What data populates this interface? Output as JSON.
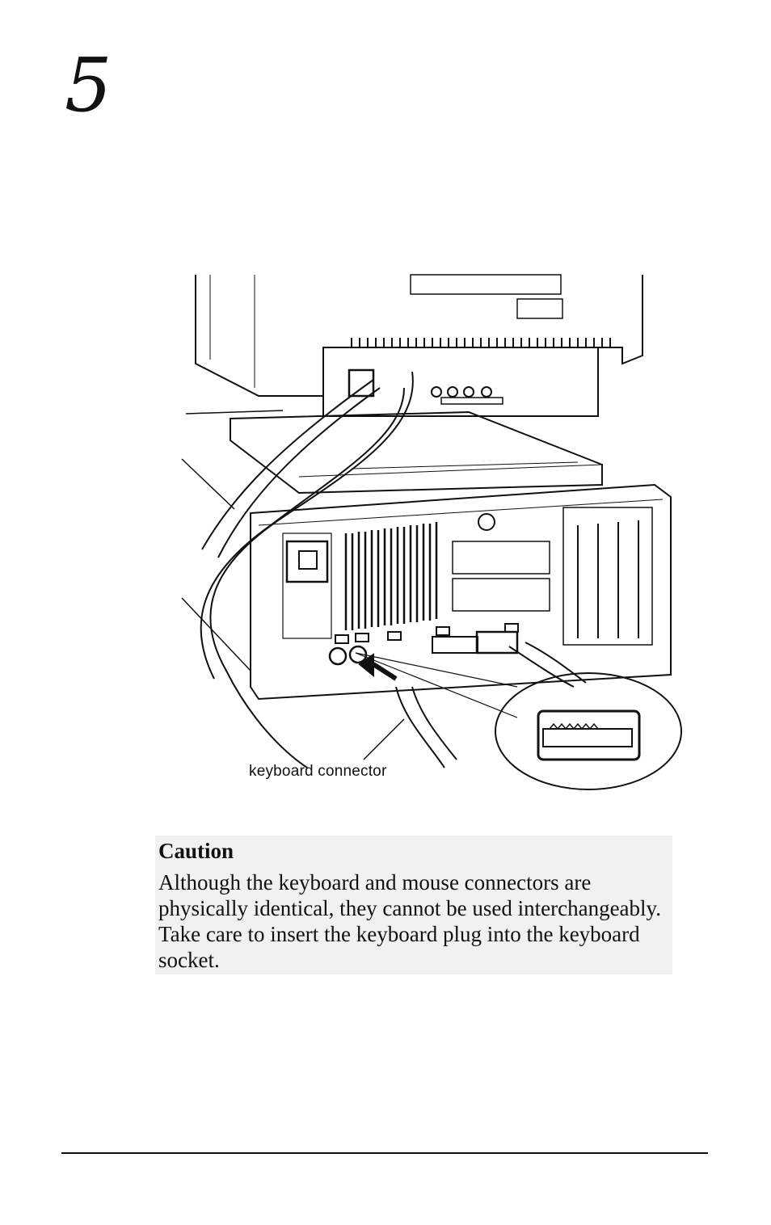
{
  "step": {
    "number": "5"
  },
  "figure": {
    "icon": "keyboard-connector-illustration",
    "callout_label": "keyboard connector"
  },
  "caution": {
    "title": "Caution",
    "body": "Although the keyboard and mouse connectors are physically identical, they cannot be used interchangeably. Take care to insert the keyboard plug into the keyboard socket."
  }
}
